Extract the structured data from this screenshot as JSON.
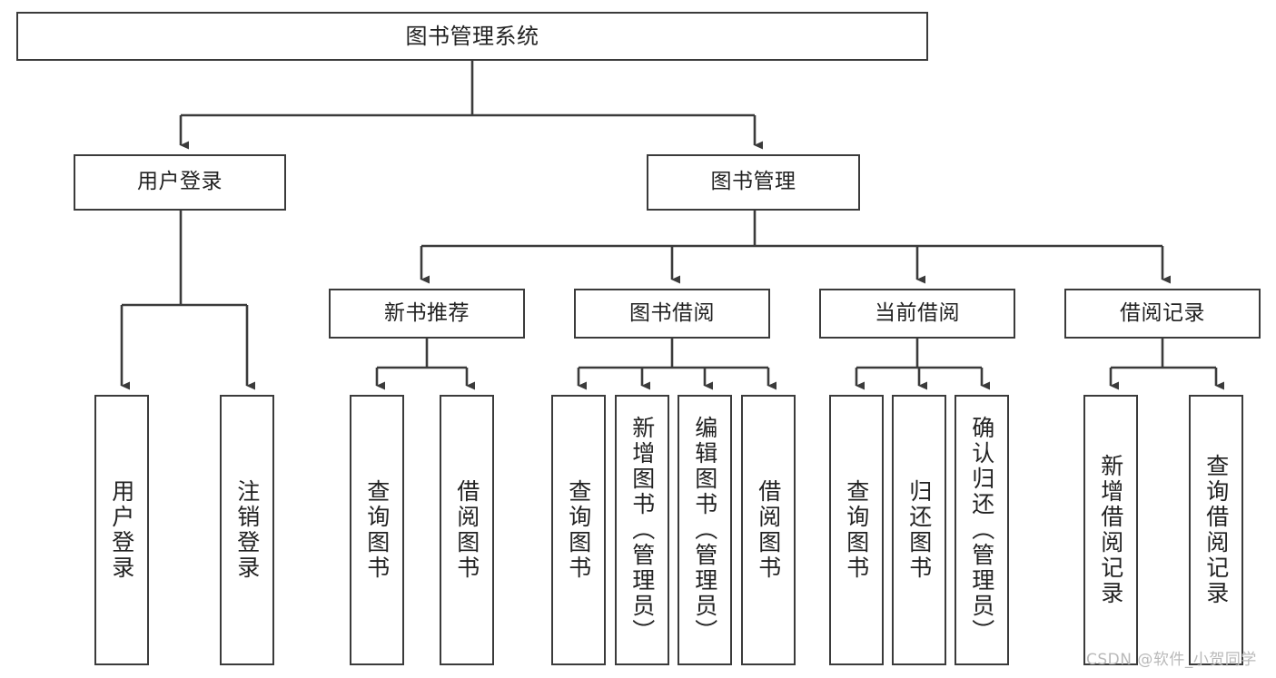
{
  "diagram": {
    "title": "图书管理系统",
    "type": "tree-hierarchy",
    "watermark": "CSDN @软件_小贺同学",
    "colors": {
      "background": "#ffffff",
      "box_border": "#3b3b3b",
      "box_fill": "#ffffff",
      "connector": "#3b3b3b",
      "text": "#222222",
      "watermark": "#b9b9b9"
    },
    "nodes": {
      "root": {
        "label": "图书管理系统"
      },
      "level2": [
        {
          "label": "用户登录"
        },
        {
          "label": "图书管理"
        }
      ],
      "level3": [
        {
          "label": "新书推荐"
        },
        {
          "label": "图书借阅"
        },
        {
          "label": "当前借阅"
        },
        {
          "label": "借阅记录"
        }
      ],
      "leaves": {
        "user_login": [
          {
            "label": "用户登录"
          },
          {
            "label": "注销登录"
          }
        ],
        "new_book_recommend": [
          {
            "label": "查询图书"
          },
          {
            "label": "借阅图书"
          }
        ],
        "book_borrow": [
          {
            "label": "查询图书"
          },
          {
            "label": "新增图书（管理员）"
          },
          {
            "label": "编辑图书（管理员）"
          },
          {
            "label": "借阅图书"
          }
        ],
        "current_borrow": [
          {
            "label": "查询图书"
          },
          {
            "label": "归还图书"
          },
          {
            "label": "确认归还（管理员）"
          }
        ],
        "borrow_record": [
          {
            "label": "新增借阅记录"
          },
          {
            "label": "查询借阅记录"
          }
        ]
      }
    }
  }
}
